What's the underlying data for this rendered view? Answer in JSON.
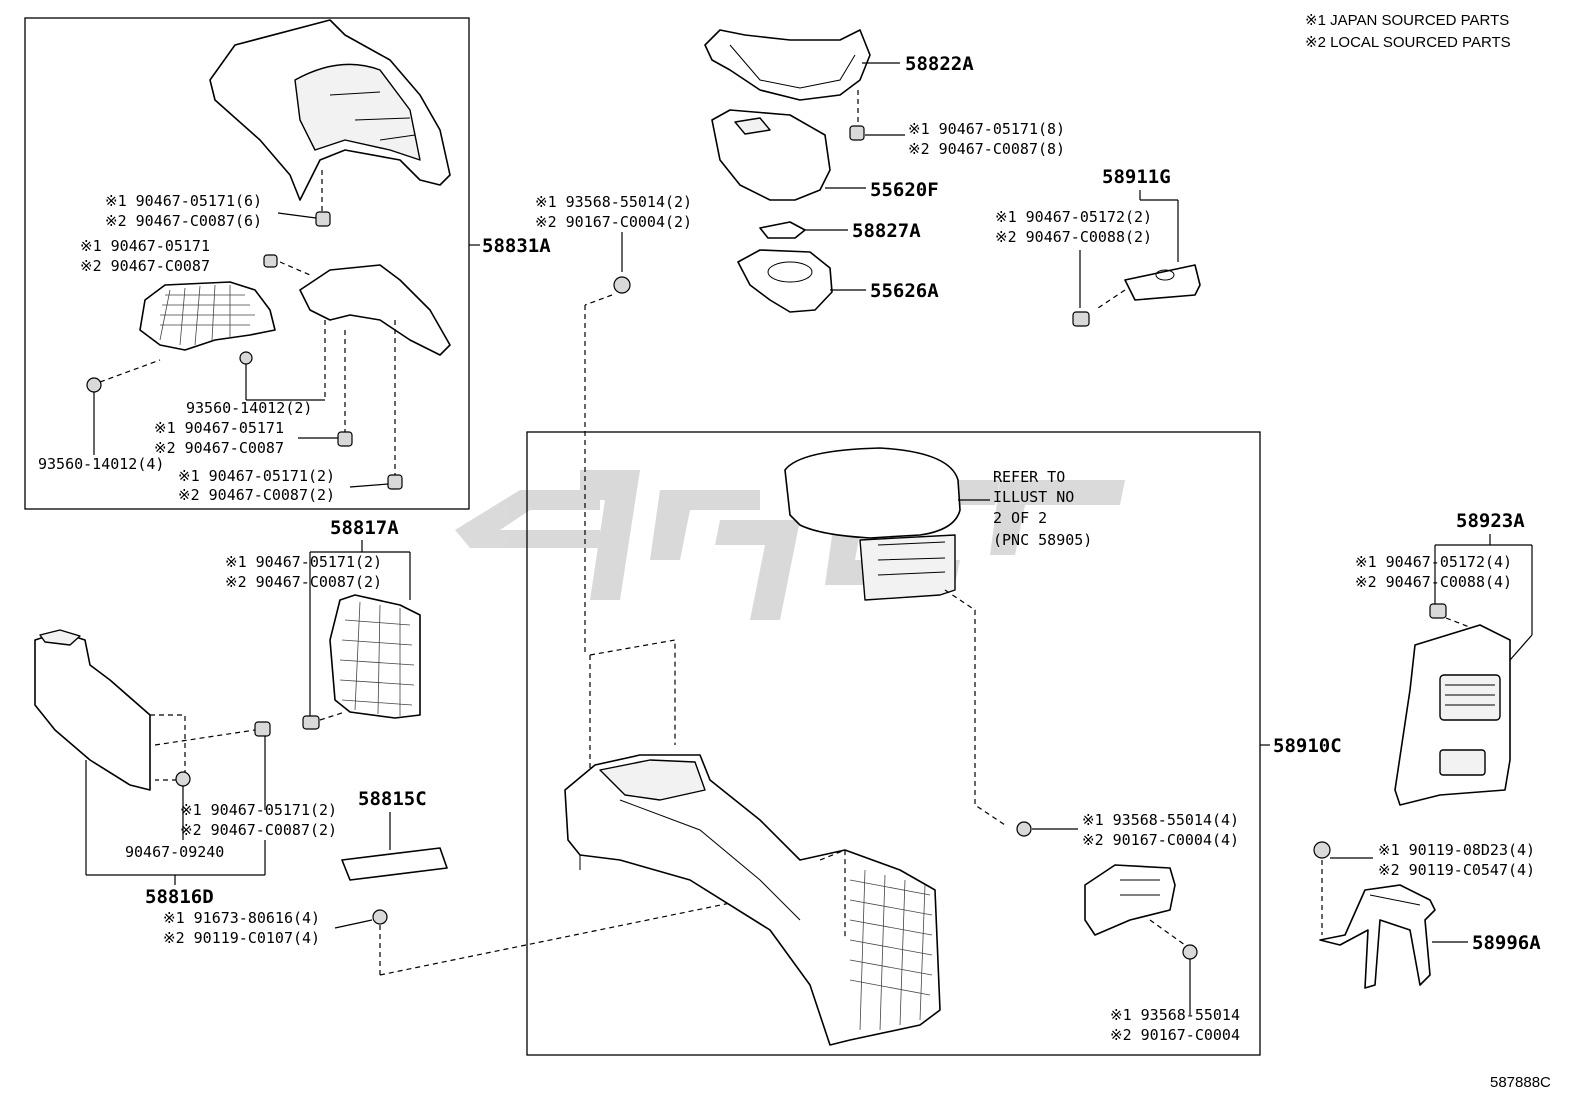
{
  "notes": {
    "japan": "※1 JAPAN SOURCED PARTS",
    "local": "※2 LOCAL SOURCED PARTS"
  },
  "diagram_code": "587888C",
  "pnc": {
    "p58831A": "58831A",
    "p58822A": "58822A",
    "p55620F": "55620F",
    "p58827A": "58827A",
    "p55626A": "55626A",
    "p58911G": "58911G",
    "p58817A": "58817A",
    "p58815C": "58815C",
    "p58816D": "58816D",
    "p58910C": "58910C",
    "p58923A": "58923A",
    "p58996A": "58996A"
  },
  "labels": {
    "a1": "※1 90467-05171(6)",
    "a2": "※2 90467-C0087(6)",
    "b1": "※1 90467-05171",
    "b2": "※2 90467-C0087",
    "c1": "93560-14012(2)",
    "d1": "※1 90467-05171",
    "d2": "※2 90467-C0087",
    "e1": "93560-14012(4)",
    "f1": "※1 90467-05171(2)",
    "f2": "※2 90467-C0087(2)",
    "g1": "※1 93568-55014(2)",
    "g2": "※2 90167-C0004(2)",
    "h1": "※1 90467-05171(8)",
    "h2": "※2 90467-C0087(8)",
    "i1": "※1 90467-05172(2)",
    "i2": "※2 90467-C0088(2)",
    "j1": "※1 90467-05171(2)",
    "j2": "※2 90467-C0087(2)",
    "k1": "※1 90467-05171(2)",
    "k2": "※2 90467-C0087(2)",
    "k3": "90467-09240",
    "l1": "※1 91673-80616(4)",
    "l2": "※2 90119-C0107(4)",
    "m1": "※1 93568-55014(4)",
    "m2": "※2 90167-C0004(4)",
    "n1": "※1 93568-55014",
    "n2": "※2 90167-C0004",
    "o1": "※1 90467-05172(4)",
    "o2": "※2 90467-C0088(4)",
    "p1": "※1 90119-08D23(4)",
    "p2": "※2 90119-C0547(4)"
  },
  "refer": {
    "l1": "REFER TO",
    "l2": "ILLUST NO",
    "l3": "2 OF 2",
    "l4": "(PNC 58905)"
  }
}
